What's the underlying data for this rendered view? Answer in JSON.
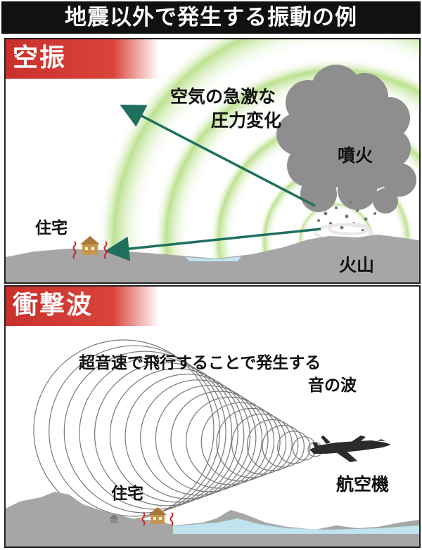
{
  "title": "地震以外で発生する振動の例",
  "airshake": {
    "section_label": "空振",
    "caption_line1": "空気の急激な",
    "caption_line2": "圧力変化",
    "eruption_label": "噴火",
    "volcano_label": "火山",
    "house_label": "住宅"
  },
  "shockwave": {
    "section_label": "衝撃波",
    "caption_line1": "超音速で飛行することで発生する",
    "caption_line2": "音の波",
    "aircraft_label": "航空機",
    "house_label": "住宅"
  },
  "colors": {
    "title_bg": "#111111",
    "label_red": "#d9443a",
    "arrow_teal": "#1f6f5e",
    "wave_green": "#b9e08a",
    "ground_gray": "#a6a6a6",
    "water_blue": "#bfe3ef",
    "house_brown": "#c8964f",
    "vibration_red": "#cc2222"
  }
}
